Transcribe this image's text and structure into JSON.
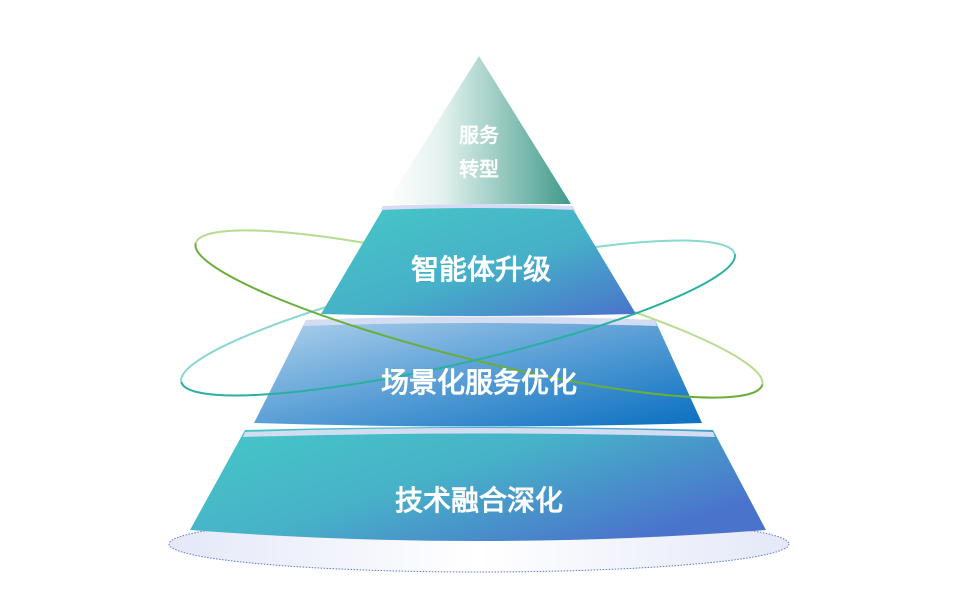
{
  "pyramid": {
    "levels": [
      {
        "label_line1": "服务",
        "label_line2": "转型"
      },
      {
        "label": "智能体升级"
      },
      {
        "label": "场景化服务优化"
      },
      {
        "label": "技术融合深化"
      }
    ]
  },
  "colors": {
    "teal": "#46c8c6",
    "blue": "#4a78cc",
    "deep_blue": "#0a6fc0",
    "light_blue": "#a7cbe9",
    "green_ring": "#6aae3a",
    "teal_ring": "#2ab0a0",
    "top_dark": "#3f9a8a"
  }
}
